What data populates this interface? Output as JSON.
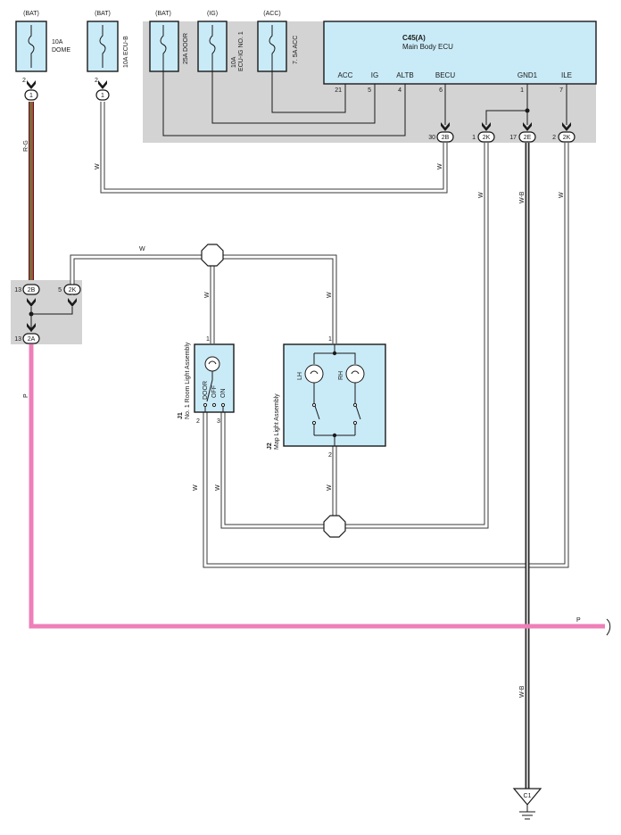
{
  "fuses": [
    {
      "source": "(BAT)",
      "rating": "10A",
      "name": "DOME",
      "pin": "2"
    },
    {
      "source": "(BAT)",
      "rating": "10A",
      "name": "ECU-B",
      "pin": "2"
    },
    {
      "source": "(BAT)",
      "rating": "25A",
      "name": "DOOR"
    },
    {
      "source": "(IG)",
      "rating": "10A",
      "name": "ECU-IG NO. 1"
    },
    {
      "source": "(ACC)",
      "rating": "7. 5A",
      "name": "ACC"
    }
  ],
  "fuse_labels": {
    "dome": "10A\nDOME",
    "ecub": "10A ECU-B",
    "door": "25A DOOR",
    "ecuig_line1": "10A",
    "ecuig_line2": "ECU-IG NO. 1",
    "acc": "7. 5A ACC"
  },
  "splice_pin": "1",
  "ecu": {
    "code": "C45(A)",
    "name": "Main Body ECU",
    "terminals": [
      {
        "name": "ACC",
        "pin": "21"
      },
      {
        "name": "IG",
        "pin": "5"
      },
      {
        "name": "ALTB",
        "pin": "4"
      },
      {
        "name": "BECU",
        "pin": "6"
      },
      {
        "name": "GND1",
        "pin": "1"
      },
      {
        "name": "ILE",
        "pin": "7"
      }
    ],
    "connectors": [
      {
        "pin": "30",
        "code": "2B"
      },
      {
        "pin": "1",
        "code": "2K"
      },
      {
        "pin": "17",
        "code": "2E"
      },
      {
        "pin": "2",
        "code": "2K"
      }
    ]
  },
  "junction": {
    "c_2b": {
      "pin": "13",
      "code": "2B"
    },
    "c_2k": {
      "pin": "5",
      "code": "2K"
    },
    "c_2a": {
      "pin": "13",
      "code": "2A"
    }
  },
  "wire_colors": {
    "rg": "R-G",
    "w": "W",
    "wb": "W-B",
    "p": "P"
  },
  "j1": {
    "code": "J1",
    "name": "No. 1 Room Light Assembly",
    "switch_positions": [
      "DOOR",
      "OFF",
      "ON"
    ],
    "pin_top": "1",
    "pin_left": "2",
    "pin_right": "3"
  },
  "j2": {
    "code": "J2",
    "name": "Map Light Assembly",
    "lamps": [
      "LH",
      "RH"
    ],
    "pin_top": "1",
    "pin_bottom": "2"
  },
  "ground": {
    "code": "C1"
  },
  "colors": {
    "component_fill": "#c9ebf7",
    "shaded_region": "#d3d3d3",
    "pink_wire": "#ee7fb8",
    "red_wire": "#d8372b",
    "green_tracer": "#2f9a45"
  }
}
